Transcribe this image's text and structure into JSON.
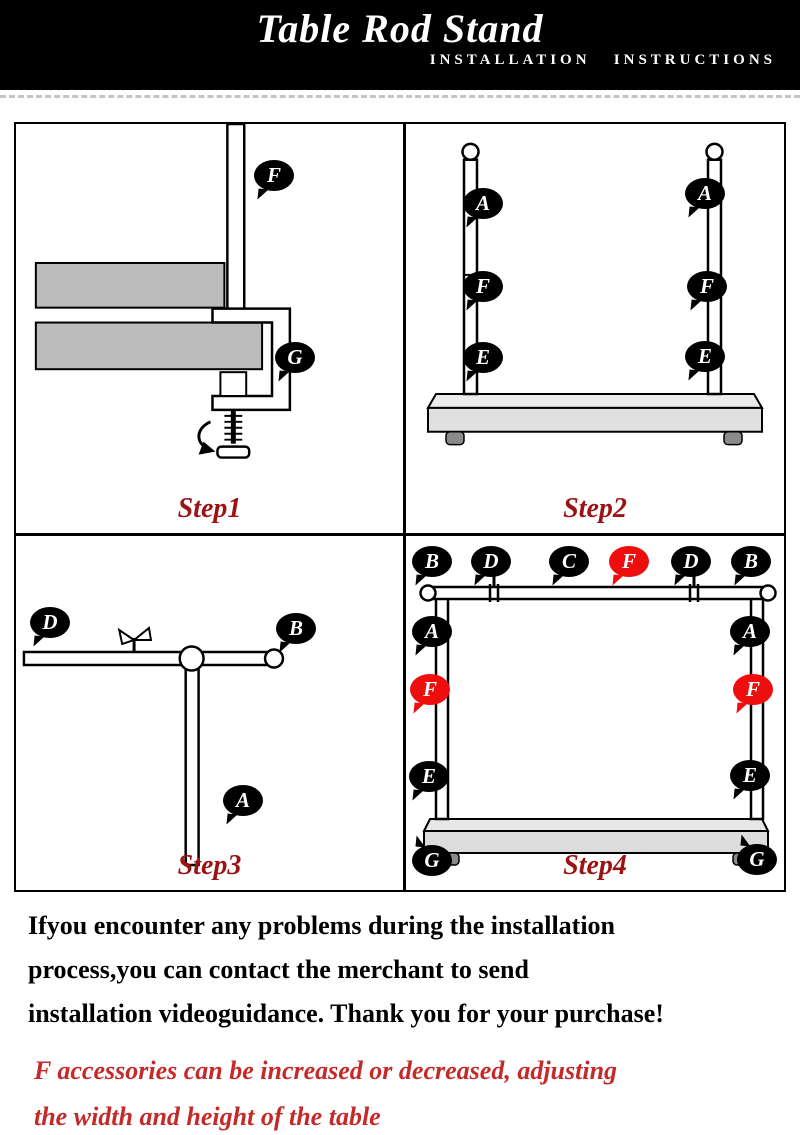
{
  "header": {
    "title": "Table Rod Stand",
    "subtitle": "INSTALLATION   INSTRUCTIONS"
  },
  "steps": {
    "step1": {
      "label": "Step1",
      "bubbles": {
        "f": "F",
        "g": "G"
      }
    },
    "step2": {
      "label": "Step2",
      "bubbles": {
        "a_left": "A",
        "f_left": "F",
        "e_left": "E",
        "a_right": "A",
        "f_right": "F",
        "e_right": "E"
      }
    },
    "step3": {
      "label": "Step3",
      "bubbles": {
        "d": "D",
        "b": "B",
        "a": "A"
      }
    },
    "step4": {
      "label": "Step4",
      "top_row": [
        "B",
        "D",
        "C",
        "F",
        "D",
        "B"
      ],
      "bubbles": {
        "a_left": "A",
        "a_right": "A",
        "f_left": "F",
        "f_right": "F",
        "e_left": "E",
        "e_right": "E",
        "g_left": "G",
        "g_right": "G"
      }
    }
  },
  "support_text": {
    "line1": "Ifyou encounter any problems during the installation",
    "line2": "process,you can contact the merchant to send",
    "line3": "installation videoguidance. Thank you for your purchase!"
  },
  "accessory_note": {
    "line1": "F accessories can be increased or decreased, adjusting",
    "line2": "the width and height of the table"
  },
  "colors": {
    "header_bg": "#000000",
    "step_label_red": "#9b1313",
    "accessory_note_red": "#c52a2a",
    "bubble_black": "#000000",
    "bubble_red": "#ee0e0e",
    "table_grey": "#bcbcbc"
  }
}
